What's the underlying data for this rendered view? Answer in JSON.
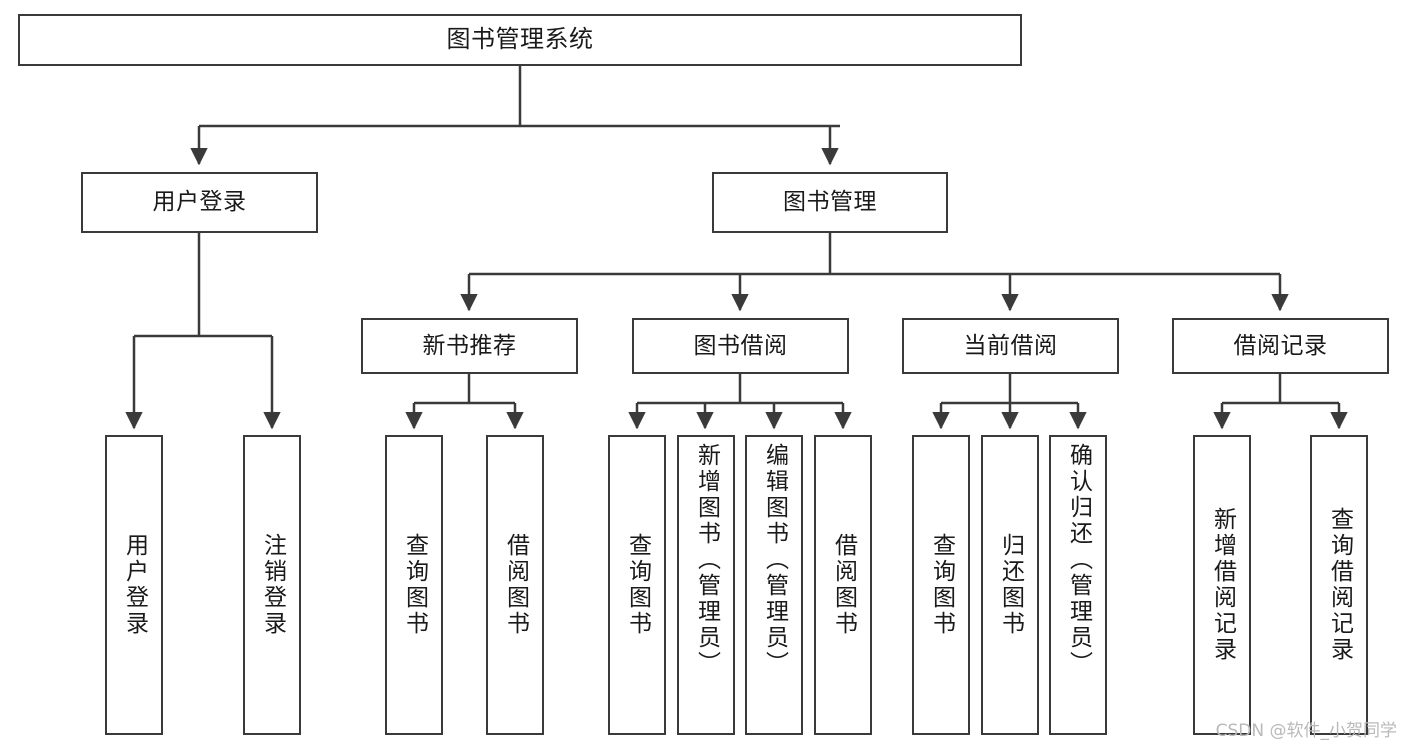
{
  "diagram": {
    "title": "图书管理系统",
    "watermark": "CSDN @软件_小贺同学",
    "stroke_color": "#3a3a3a",
    "fill_color": "#ffffff",
    "background": "#ffffff"
  },
  "nodes": {
    "root": {
      "label": "图书管理系统"
    },
    "level2": [
      {
        "label": "用户登录"
      },
      {
        "label": "图书管理"
      }
    ],
    "level3": [
      {
        "label": "新书推荐"
      },
      {
        "label": "图书借阅"
      },
      {
        "label": "当前借阅"
      },
      {
        "label": "借阅记录"
      }
    ],
    "leaves": {
      "user_login": [
        {
          "label": "用户登录"
        },
        {
          "label": "注销登录"
        }
      ],
      "new_book_recommend": [
        {
          "label": "查询图书"
        },
        {
          "label": "借阅图书"
        }
      ],
      "book_borrow": [
        {
          "label": "查询图书"
        },
        {
          "label": "新增图书（管理员）"
        },
        {
          "label": "编辑图书（管理员）"
        },
        {
          "label": "借阅图书"
        }
      ],
      "current_borrow": [
        {
          "label": "查询图书"
        },
        {
          "label": "归还图书"
        },
        {
          "label": "确认归还（管理员）"
        }
      ],
      "borrow_record": [
        {
          "label": "新增借阅记录"
        },
        {
          "label": "查询借阅记录"
        }
      ]
    }
  }
}
